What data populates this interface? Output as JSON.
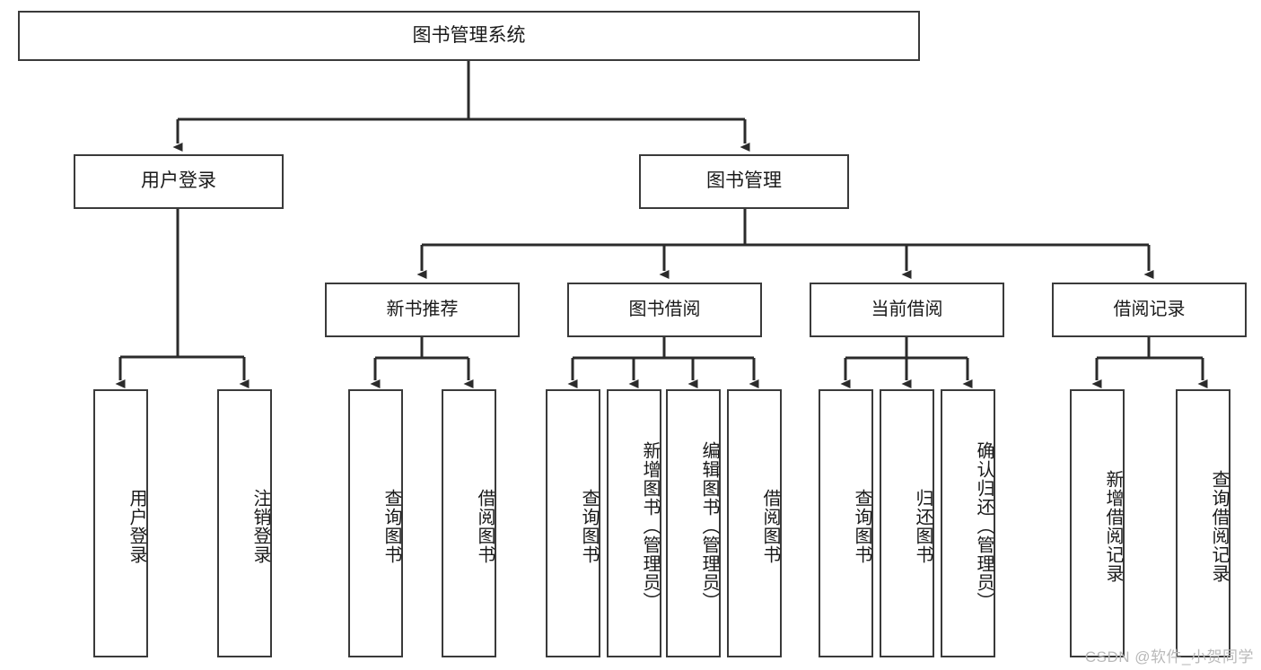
{
  "diagram": {
    "title": "图书管理系统",
    "type": "functional-structure-tree",
    "watermark": "CSDN @软件_小贺同学",
    "colors": {
      "border": "#3a3a3a",
      "background": "#ffffff",
      "text": "#1a1a1a",
      "edge": "#2b2b2b",
      "watermark": "#b9b9b9"
    },
    "nodes": {
      "root": {
        "label": "图书管理系统"
      },
      "level2": [
        {
          "id": "user-login",
          "label": "用户登录"
        },
        {
          "id": "book-manage",
          "label": "图书管理"
        }
      ],
      "level3": [
        {
          "id": "new-book-recommend",
          "label": "新书推荐"
        },
        {
          "id": "book-borrow",
          "label": "图书借阅"
        },
        {
          "id": "current-borrow",
          "label": "当前借阅"
        },
        {
          "id": "borrow-record",
          "label": "借阅记录"
        }
      ],
      "leaves": {
        "user-login": [
          {
            "id": "leaf-user-login",
            "label": "用户登录"
          },
          {
            "id": "leaf-user-logout",
            "label": "注销登录"
          }
        ],
        "new-book-recommend": [
          {
            "id": "leaf-query-book-1",
            "label": "查询图书"
          },
          {
            "id": "leaf-borrow-book-1",
            "label": "借阅图书"
          }
        ],
        "book-borrow": [
          {
            "id": "leaf-query-book-2",
            "label": "查询图书"
          },
          {
            "id": "leaf-add-book",
            "label": "新增图书（管理员）"
          },
          {
            "id": "leaf-edit-book",
            "label": "编辑图书（管理员）"
          },
          {
            "id": "leaf-borrow-book-2",
            "label": "借阅图书"
          }
        ],
        "current-borrow": [
          {
            "id": "leaf-query-book-3",
            "label": "查询图书"
          },
          {
            "id": "leaf-return-book",
            "label": "归还图书"
          },
          {
            "id": "leaf-confirm-return",
            "label": "确认归还（管理员）"
          }
        ],
        "borrow-record": [
          {
            "id": "leaf-add-record",
            "label": "新增借阅记录"
          },
          {
            "id": "leaf-query-record",
            "label": "查询借阅记录"
          }
        ]
      }
    }
  }
}
